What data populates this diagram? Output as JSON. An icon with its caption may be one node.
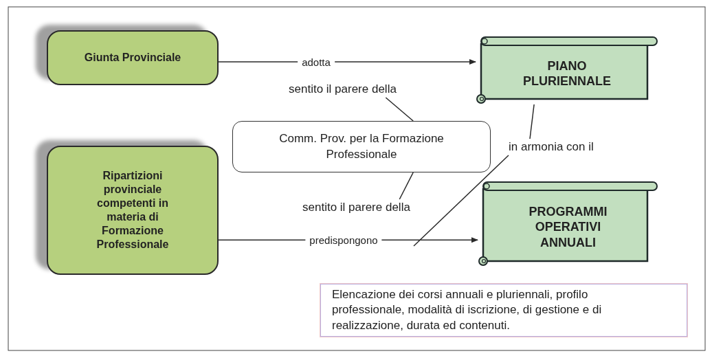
{
  "diagram": {
    "nodes": [
      {
        "text": [
          "Giunta Provinciale"
        ]
      },
      {
        "text": [
          "PIANO PLURIENNALE"
        ]
      },
      {
        "text": [
          "sentito il parere della"
        ]
      },
      {
        "text": [
          "Comm. Prov. per la Formazione Professionale"
        ]
      },
      {
        "text": [
          "in armonia con il"
        ]
      },
      {
        "text": [
          "Ripartizioni provinciale competenti in materia di Formazione Professionale"
        ]
      },
      {
        "text": [
          "sentito il parere della"
        ]
      },
      {
        "text": [
          "PROGRAMMI OPERATIVI ANNUALI"
        ]
      },
      {
        "text": [
          "Elencazione dei corsi annuali e pluriennali, profilo professionale, modalità di iscrizione, di gestione e di realizzazione, durata ed contenuti."
        ]
      }
    ],
    "edges": [
      {
        "from": 0,
        "to": 1,
        "arrow": "to",
        "label": "adotta"
      },
      {
        "from": 2,
        "to": 3,
        "arrow": "none"
      },
      {
        "from": 3,
        "to": 6,
        "arrow": "none"
      },
      {
        "from": 4,
        "to": 1,
        "arrow": "none"
      },
      {
        "from": 4,
        "to": null,
        "arrow": "none"
      },
      {
        "from": 5,
        "to": 7,
        "arrow": "to",
        "label": "predispongono"
      }
    ]
  }
}
